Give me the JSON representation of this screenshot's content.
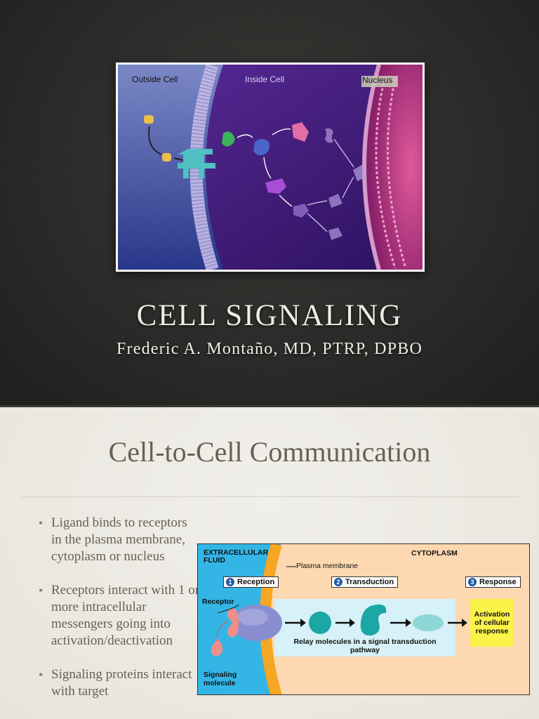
{
  "slide1": {
    "figure_labels": {
      "outside": "Outside Cell",
      "inside": "Inside Cell",
      "nucleus": "Nucleus"
    },
    "title": "CELL SIGNALING",
    "author": "Frederic A. Montaño, MD, PTRP, DPBO"
  },
  "slide2": {
    "title": "Cell-to-Cell Communication",
    "bullets": [
      "Ligand binds to receptors in the plasma membrane,  cytoplasm or nucleus",
      "Receptors interact with 1 or more intracellular messengers going into activation/deactivation",
      "Signaling proteins interact with target"
    ],
    "diagram": {
      "extracellular": "EXTRACELLULAR FLUID",
      "cytoplasm": "CYTOPLASM",
      "plasma_membrane": "Plasma membrane",
      "steps": [
        {
          "num": "1",
          "label": "Reception"
        },
        {
          "num": "2",
          "label": "Transduction"
        },
        {
          "num": "3",
          "label": "Response"
        }
      ],
      "receptor": "Receptor",
      "relay": "Relay molecules in a signal transduction pathway",
      "response_box": "Activation of cellular response",
      "signaling_molecule": "Signaling molecule"
    }
  },
  "colors": {
    "slide1_bg": "#2b2a28",
    "title_text": "#f2efe8",
    "slide2_text": "#6b5f52",
    "extracellular": "#33b5e5",
    "membrane": "#f6a623",
    "cytoplasm": "#fdd8b0",
    "relay_bg": "#d6f1f7",
    "response_yellow": "#fbf24a",
    "step_blue": "#1d5aa6"
  }
}
